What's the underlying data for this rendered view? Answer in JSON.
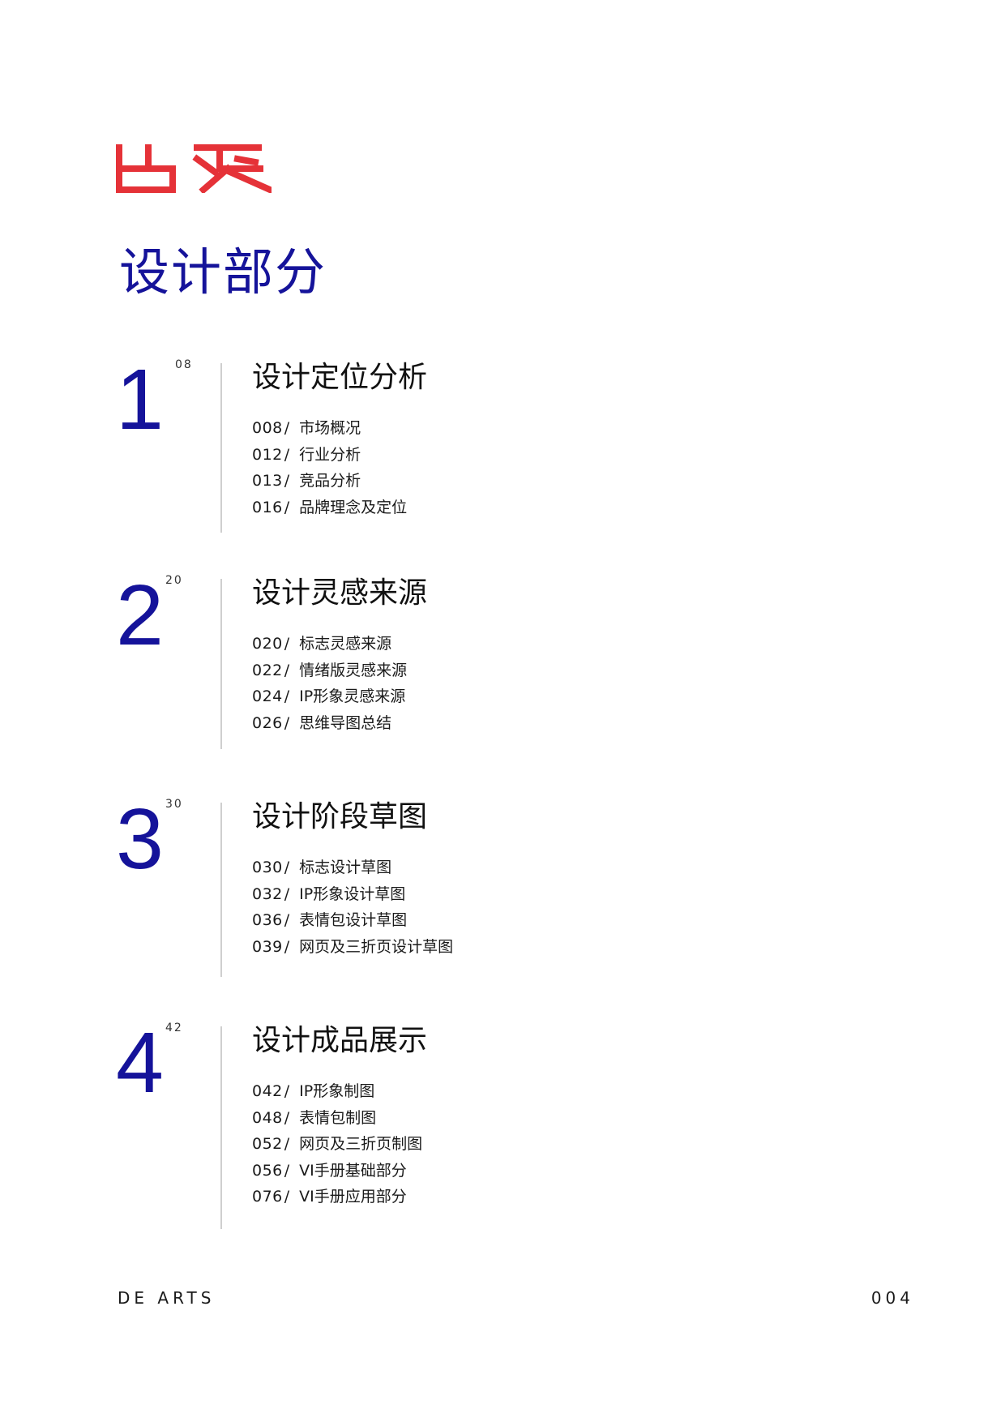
{
  "heading": "设计部分",
  "colors": {
    "accent_blue": "#15139a",
    "logo_red": "#e53238",
    "divider": "#cfcfcf"
  },
  "logo_icon": "red-stylized-cjk-logo",
  "sections": [
    {
      "number": "1",
      "page": "08",
      "title": "设计定位分析",
      "items": [
        {
          "page": "008",
          "label": "市场概况"
        },
        {
          "page": "012",
          "label": "行业分析"
        },
        {
          "page": "013",
          "label": "竞品分析"
        },
        {
          "page": "016",
          "label": "品牌理念及定位"
        }
      ]
    },
    {
      "number": "2",
      "page": "20",
      "title": "设计灵感来源",
      "items": [
        {
          "page": "020",
          "label": "标志灵感来源"
        },
        {
          "page": "022",
          "label": "情绪版灵感来源"
        },
        {
          "page": "024",
          "label": "IP形象灵感来源"
        },
        {
          "page": "026",
          "label": "思维导图总结"
        }
      ]
    },
    {
      "number": "3",
      "page": "30",
      "title": "设计阶段草图",
      "items": [
        {
          "page": "030",
          "label": "标志设计草图"
        },
        {
          "page": "032",
          "label": "IP形象设计草图"
        },
        {
          "page": "036",
          "label": "表情包设计草图"
        },
        {
          "page": "039",
          "label": "网页及三折页设计草图"
        }
      ]
    },
    {
      "number": "4",
      "page": "42",
      "title": "设计成品展示",
      "items": [
        {
          "page": "042",
          "label": "IP形象制图"
        },
        {
          "page": "048",
          "label": "表情包制图"
        },
        {
          "page": "052",
          "label": "网页及三折页制图"
        },
        {
          "page": "056",
          "label": "VI手册基础部分"
        },
        {
          "page": "076",
          "label": "VI手册应用部分"
        }
      ]
    }
  ],
  "footer": {
    "brand": "DE ARTS",
    "page_number": "004"
  }
}
